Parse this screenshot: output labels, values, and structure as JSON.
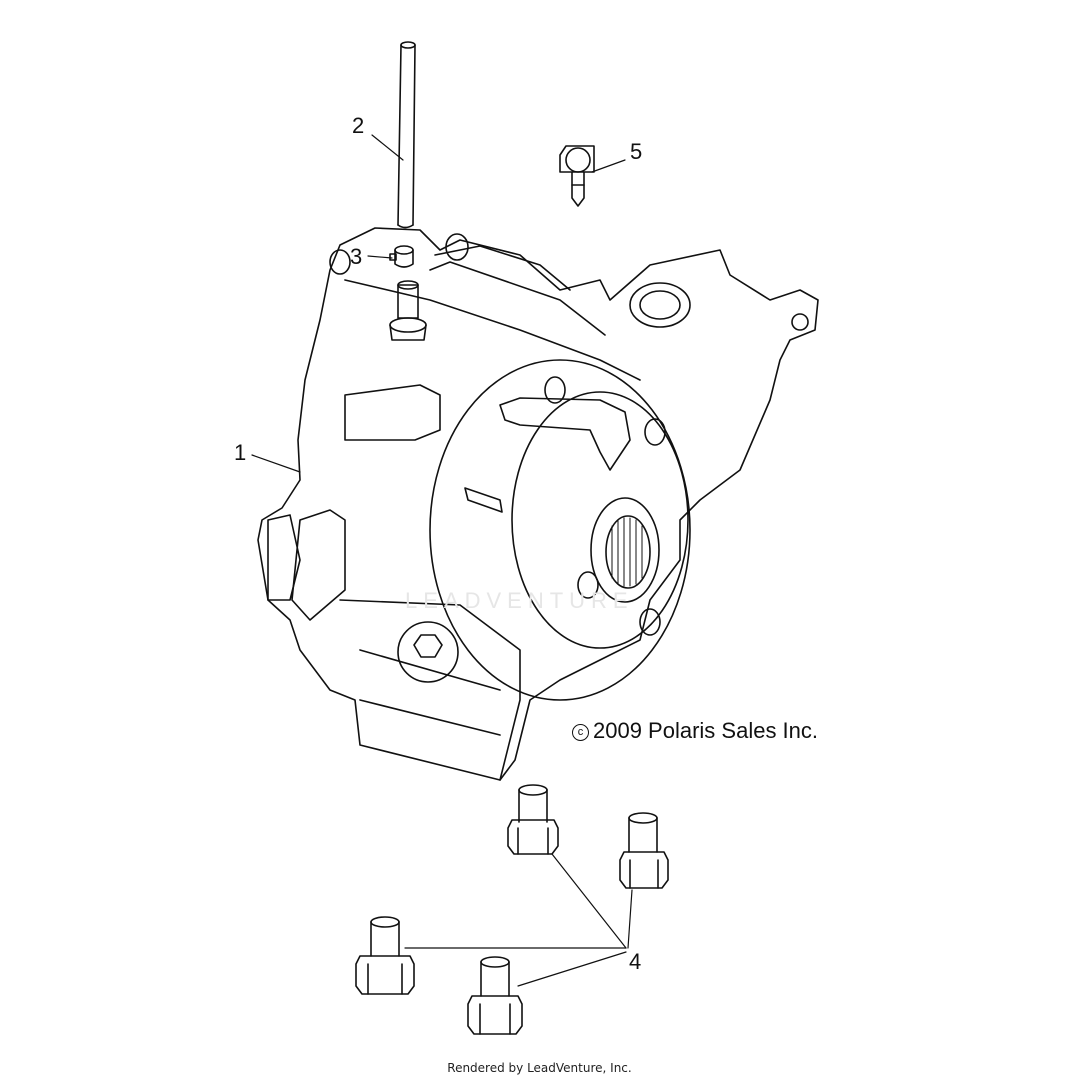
{
  "callouts": {
    "c1": "1",
    "c2": "2",
    "c3": "3",
    "c4": "4",
    "c5": "5"
  },
  "copyright": {
    "symbol": "c",
    "text": "2009 Polaris Sales Inc."
  },
  "watermark": "LEADVENTURE",
  "footer": "Rendered by LeadVenture, Inc.",
  "colors": {
    "line": "#111111",
    "background": "#ffffff",
    "watermark": "#e6e6e6"
  }
}
